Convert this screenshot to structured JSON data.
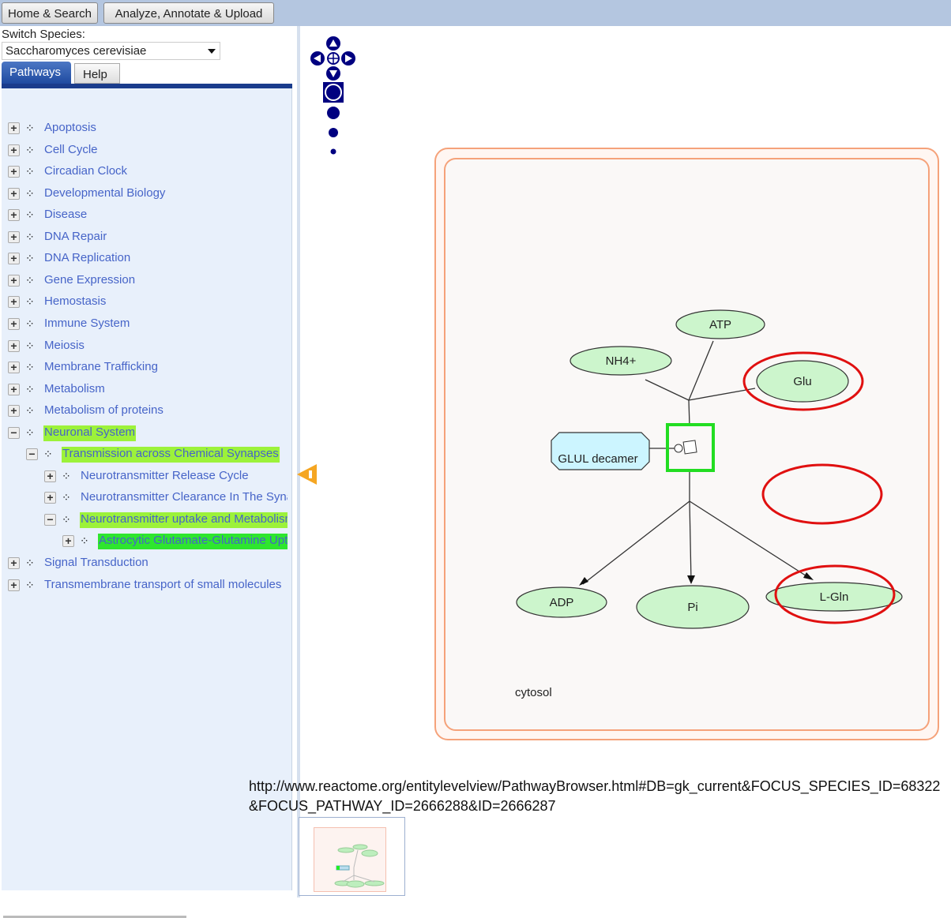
{
  "toolbar": {
    "home": "Home & Search",
    "analyze": "Analyze, Annotate & Upload"
  },
  "species": {
    "label": "Switch Species:",
    "selected": "Saccharomyces cerevisiae"
  },
  "tabs": {
    "pathways": "Pathways",
    "help": "Help"
  },
  "tree": [
    {
      "label": "Apoptosis",
      "level": 0,
      "state": "+"
    },
    {
      "label": "Cell Cycle",
      "level": 0,
      "state": "+"
    },
    {
      "label": "Circadian Clock",
      "level": 0,
      "state": "+"
    },
    {
      "label": "Developmental Biology",
      "level": 0,
      "state": "+"
    },
    {
      "label": "Disease",
      "level": 0,
      "state": "+"
    },
    {
      "label": "DNA Repair",
      "level": 0,
      "state": "+"
    },
    {
      "label": "DNA Replication",
      "level": 0,
      "state": "+"
    },
    {
      "label": "Gene Expression",
      "level": 0,
      "state": "+"
    },
    {
      "label": "Hemostasis",
      "level": 0,
      "state": "+"
    },
    {
      "label": "Immune System",
      "level": 0,
      "state": "+"
    },
    {
      "label": "Meiosis",
      "level": 0,
      "state": "+"
    },
    {
      "label": "Membrane Trafficking",
      "level": 0,
      "state": "+"
    },
    {
      "label": "Metabolism",
      "level": 0,
      "state": "+"
    },
    {
      "label": "Metabolism of proteins",
      "level": 0,
      "state": "+"
    },
    {
      "label": "Neuronal System",
      "level": 0,
      "state": "-",
      "highlight": "#9cf23a"
    },
    {
      "label": "Transmission across Chemical Synapses",
      "level": 1,
      "state": "-",
      "highlight": "#9cf23a"
    },
    {
      "label": "Neurotransmitter Release Cycle",
      "level": 2,
      "state": "+"
    },
    {
      "label": "Neurotransmitter Clearance In The Synaptic Cleft",
      "level": 2,
      "state": "+"
    },
    {
      "label": "Neurotransmitter uptake and Metabolism",
      "level": 2,
      "state": "-",
      "highlight": "#9cf23a"
    },
    {
      "label": "Astrocytic Glutamate-Glutamine Uptake",
      "level": 3,
      "state": "+",
      "highlight": "#2ee62e"
    },
    {
      "label": "Signal Transduction",
      "level": 0,
      "state": "+"
    },
    {
      "label": "Transmembrane transport of small molecules",
      "level": 0,
      "state": "+"
    }
  ],
  "diagram": {
    "compartment": "cytosol",
    "catalyst": "GLUL decamer",
    "inputs": [
      "ATP",
      "NH4+",
      "Glu"
    ],
    "outputs": [
      "ADP",
      "Pi",
      "L-Gln"
    ],
    "colors": {
      "entity": "#ccf5cc",
      "complex": "#ccf5ff",
      "compartment": "#f5a27a",
      "reaction_box": "#22dd22",
      "annotation": "#e01010",
      "nav": "#000080"
    }
  },
  "url": "http://www.reactome.org/entitylevelview/PathwayBrowser.html#DB=gk_current&FOCUS_SPECIES_ID=68322&FOCUS_PATHWAY_ID=2666288&ID=2666287"
}
